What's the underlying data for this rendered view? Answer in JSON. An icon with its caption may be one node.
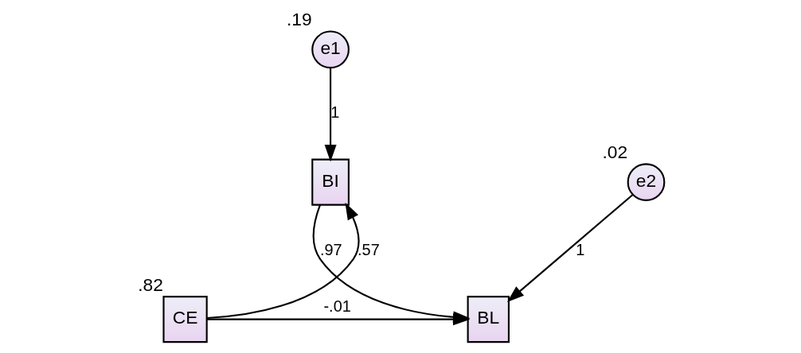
{
  "diagram": {
    "nodes": [
      {
        "text": [
          "e1"
        ],
        "beside": [
          ".19"
        ]
      },
      {
        "text": [
          "BI"
        ]
      },
      {
        "text": [
          "e2"
        ],
        "beside": [
          ".02"
        ]
      },
      {
        "text": [
          "CE"
        ],
        "beside": [
          ".82"
        ]
      },
      {
        "text": [
          "BL"
        ]
      }
    ],
    "edges": [
      {
        "from": 0,
        "to": 1,
        "arrow": "to",
        "label": "1"
      },
      {
        "from": 3,
        "to": 1,
        "arrow": "to",
        "label": ".57"
      },
      {
        "from": 1,
        "to": 4,
        "arrow": "to",
        "label": ".97"
      },
      {
        "from": 2,
        "to": 4,
        "arrow": "to",
        "label": "1"
      },
      {
        "from": 3,
        "to": 4,
        "arrow": "to",
        "label": "-.01"
      }
    ]
  }
}
